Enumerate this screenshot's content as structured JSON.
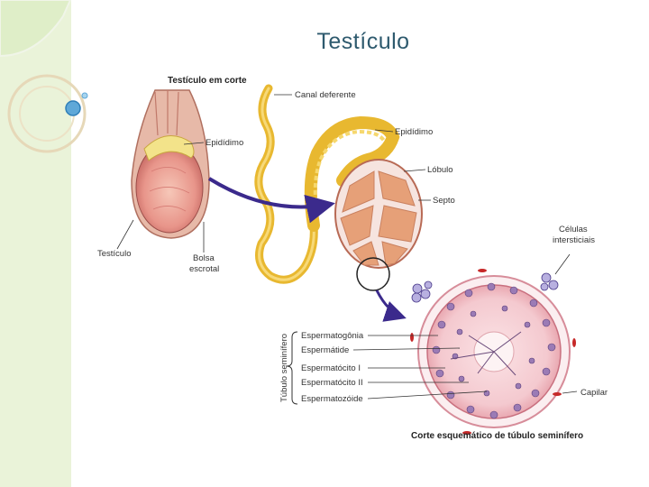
{
  "slide": {
    "title": "Testículo"
  },
  "diagram": {
    "section_title": "Testículo em corte",
    "caption": "Corte esquemático de túbulo seminífero",
    "bracket_label": "Túbulo seminífero",
    "labels": {
      "canal_deferente": "Canal deferente",
      "epididimo_left": "Epidídimo",
      "epididimo_right": "Epidídimo",
      "lobulo": "Lóbulo",
      "septo": "Septo",
      "testiculo": "Testículo",
      "bolsa_1": "Bolsa",
      "bolsa_2": "escrotal",
      "celulas_1": "Células",
      "celulas_2": "intersticiais",
      "capilar": "Capilar"
    },
    "cell_types": [
      "Espermatogônia",
      "Espermátide",
      "Espermatócito I",
      "Espermatócito II",
      "Espermatozóide"
    ]
  },
  "colors": {
    "sidebar": "#eaf3d9",
    "title": "#2e5a6e",
    "arrow": "#3b2a8c",
    "epididymis": "#e8b830",
    "tubule_pink": "#f4c9cf"
  }
}
